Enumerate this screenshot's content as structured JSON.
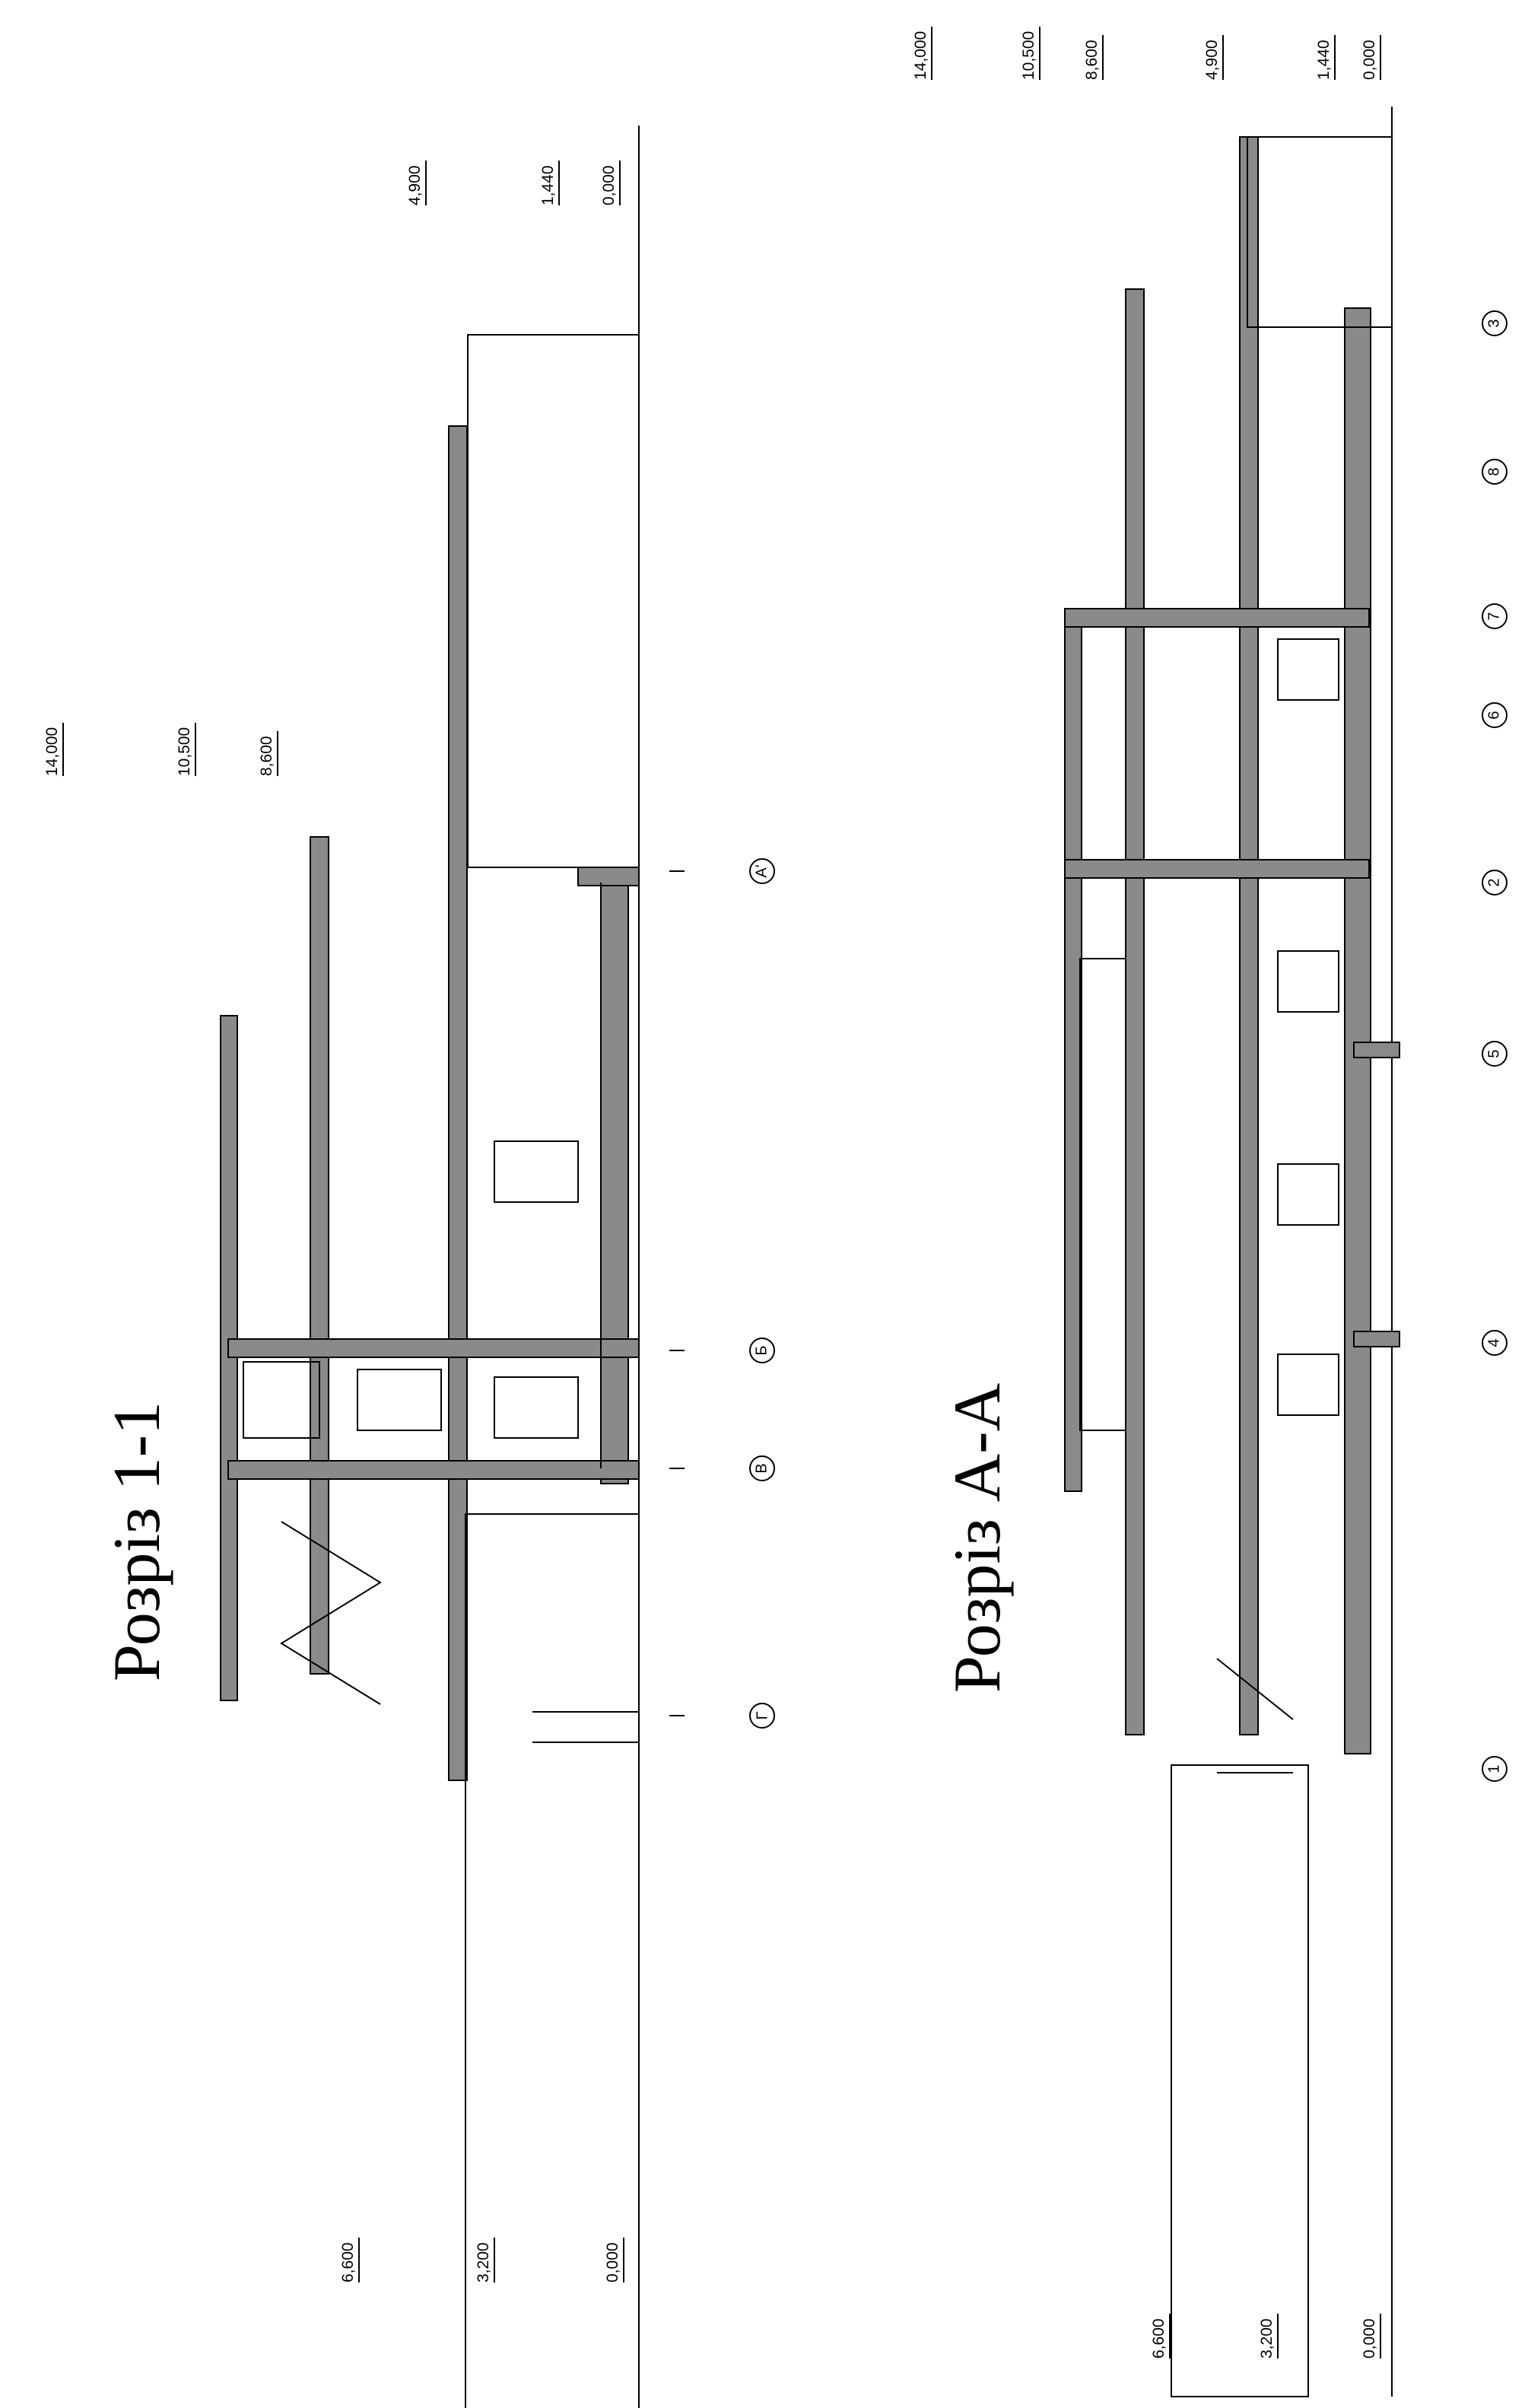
{
  "colors": {
    "cut": "#8a8a8a",
    "line": "#000000",
    "background": "#ffffff"
  },
  "section_1_1": {
    "title": "Розріз 1-1",
    "levels_bottom": [
      "6,600",
      "3,200",
      "0,000"
    ],
    "levels_top": [
      "14,000",
      "10,500",
      "8,600"
    ],
    "levels_right": [
      "4,900",
      "1,440",
      "0,000"
    ],
    "axes": [
      "А'",
      "Б",
      "В",
      "Г"
    ]
  },
  "section_a_a": {
    "title": "Розріз А-А",
    "levels_top": [
      "14,000",
      "10,500",
      "8,600",
      "4,900",
      "1,440",
      "0,000"
    ],
    "levels_bottom": [
      "6,600",
      "3,200",
      "0,000"
    ],
    "axes": [
      "3",
      "8",
      "7",
      "6",
      "2",
      "5",
      "4",
      "1"
    ]
  }
}
